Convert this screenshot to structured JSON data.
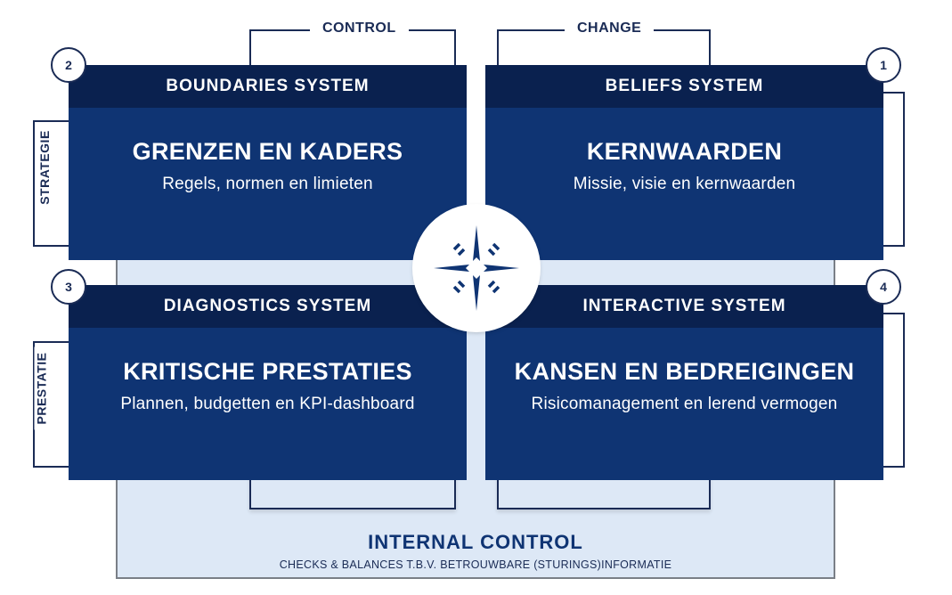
{
  "top_labels": {
    "control": "CONTROL",
    "change": "CHANGE"
  },
  "side_labels": {
    "strategie": "STRATEGIE",
    "prestatie": "PRESTATIE"
  },
  "panels": [
    {
      "number": "2",
      "head": "BOUNDARIES SYSTEM",
      "title": "GRENZEN EN KADERS",
      "subtitle": "Regels, normen en limieten"
    },
    {
      "number": "1",
      "head": "BELIEFS SYSTEM",
      "title": "KERNWAARDEN",
      "subtitle": "Missie, visie en kernwaarden"
    },
    {
      "number": "3",
      "head": "DIAGNOSTICS SYSTEM",
      "title": "KRITISCHE PRESTATIES",
      "subtitle": "Plannen, budgetten en KPI-dashboard"
    },
    {
      "number": "4",
      "head": "INTERACTIVE SYSTEM",
      "title": "KANSEN EN BEDREIGINGEN",
      "subtitle": "Risicomanagement en lerend vermogen"
    }
  ],
  "internal_control": {
    "title": "INTERNAL CONTROL",
    "subtitle": "CHECKS & BALANCES T.B.V. BETROUWBARE (STURINGS)INFORMATIE"
  },
  "colors": {
    "panel_body": "#0f3473",
    "panel_head": "#0a214f",
    "internal_bg": "#dde8f6",
    "outline": "#1a2b55"
  },
  "icons": {
    "center": "compass-icon"
  }
}
